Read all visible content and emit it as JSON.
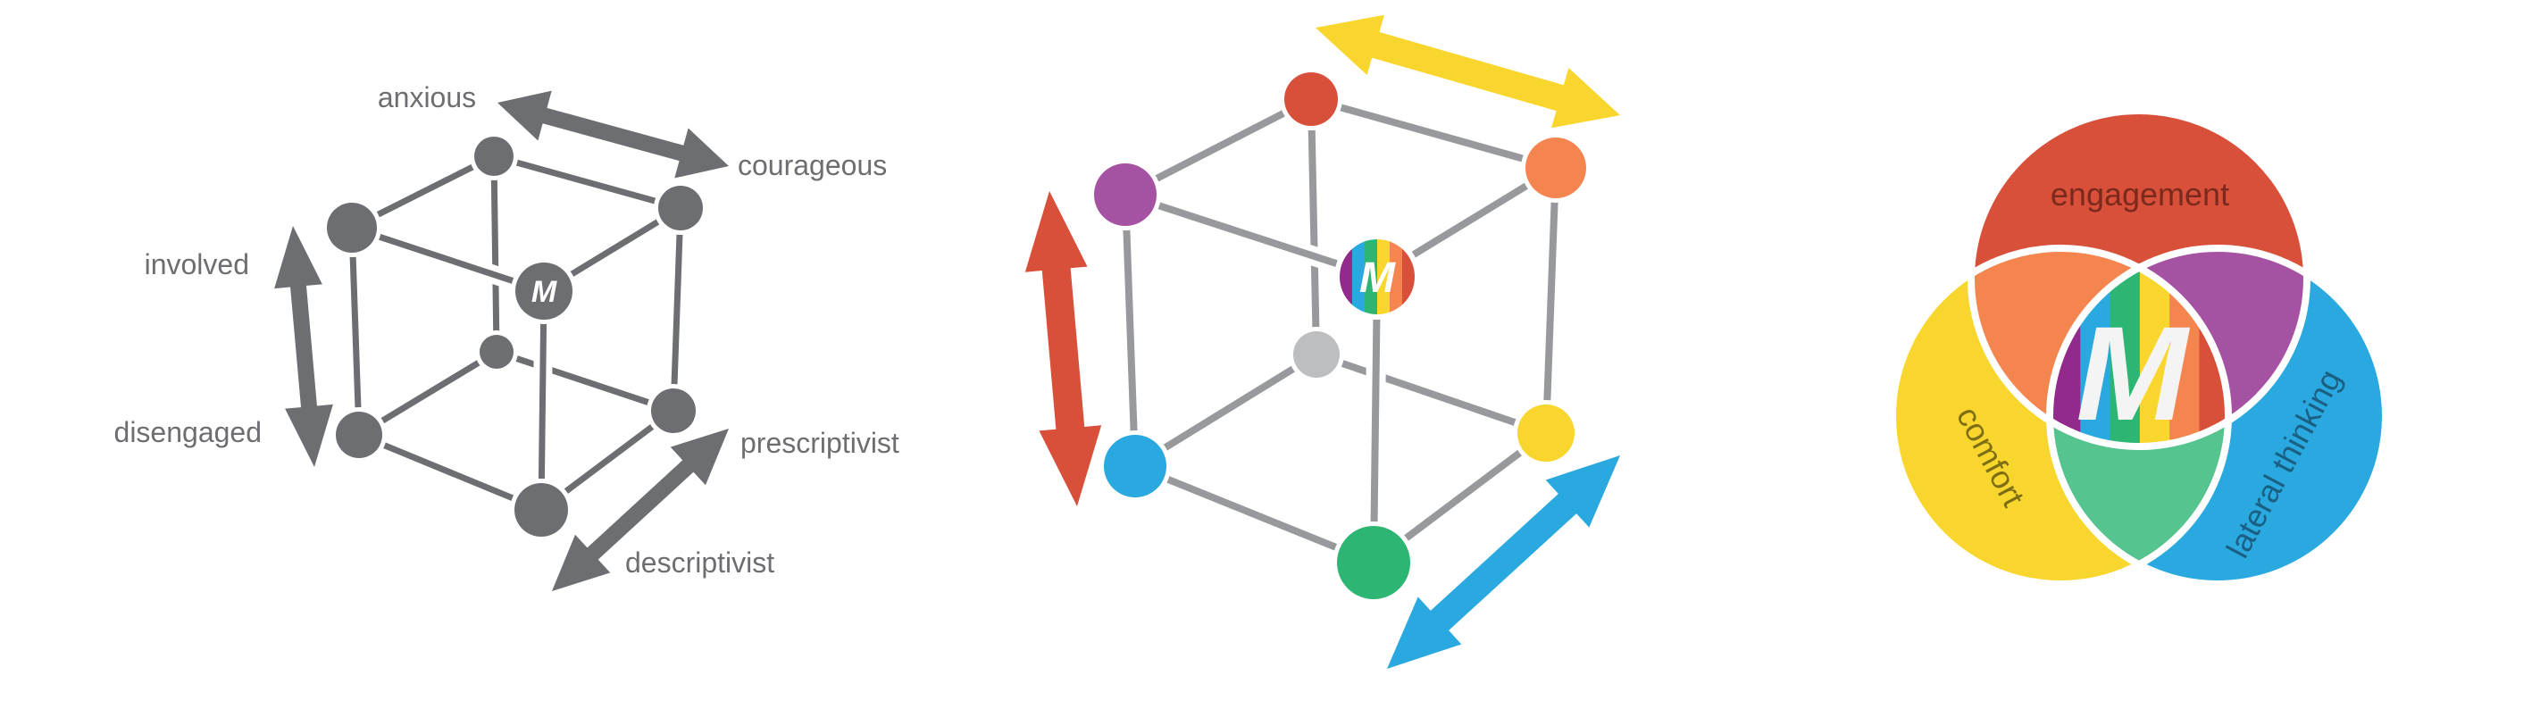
{
  "gray_cube": {
    "labels": {
      "anxious": "anxious",
      "courageous": "courageous",
      "involved": "involved",
      "disengaged": "disengaged",
      "prescriptivist": "prescriptivist",
      "descriptivist": "descriptivist"
    },
    "center_logo": "M",
    "color": "#6D6E71"
  },
  "color_cube": {
    "center_logo": "M",
    "edge_color": "#98999C",
    "node_colors": [
      "#D9503A",
      "#A552A3",
      "#F5854F",
      "#BDBEC0",
      "#29A9E0",
      "#F9D62E",
      "#2DB673"
    ],
    "arrow_colors": {
      "vertical": "#D9503A",
      "top": "#F9D62E",
      "bottom": "#29A9E0"
    }
  },
  "venn": {
    "sets": [
      {
        "label": "engagement",
        "color": "#D9503A"
      },
      {
        "label": "comfort",
        "color": "#F9D62E"
      },
      {
        "label": "lateral thinking",
        "color": "#29A9E0"
      }
    ],
    "overlaps": {
      "engagement_comfort": "#F5854F",
      "engagement_lateral": "#A552A3",
      "comfort_lateral": "#55C48E"
    },
    "center_logo": "M",
    "rainbow": [
      "#922A8C",
      "#29A9E0",
      "#2DB673",
      "#F9D62E",
      "#F5854F",
      "#D9503A"
    ]
  }
}
